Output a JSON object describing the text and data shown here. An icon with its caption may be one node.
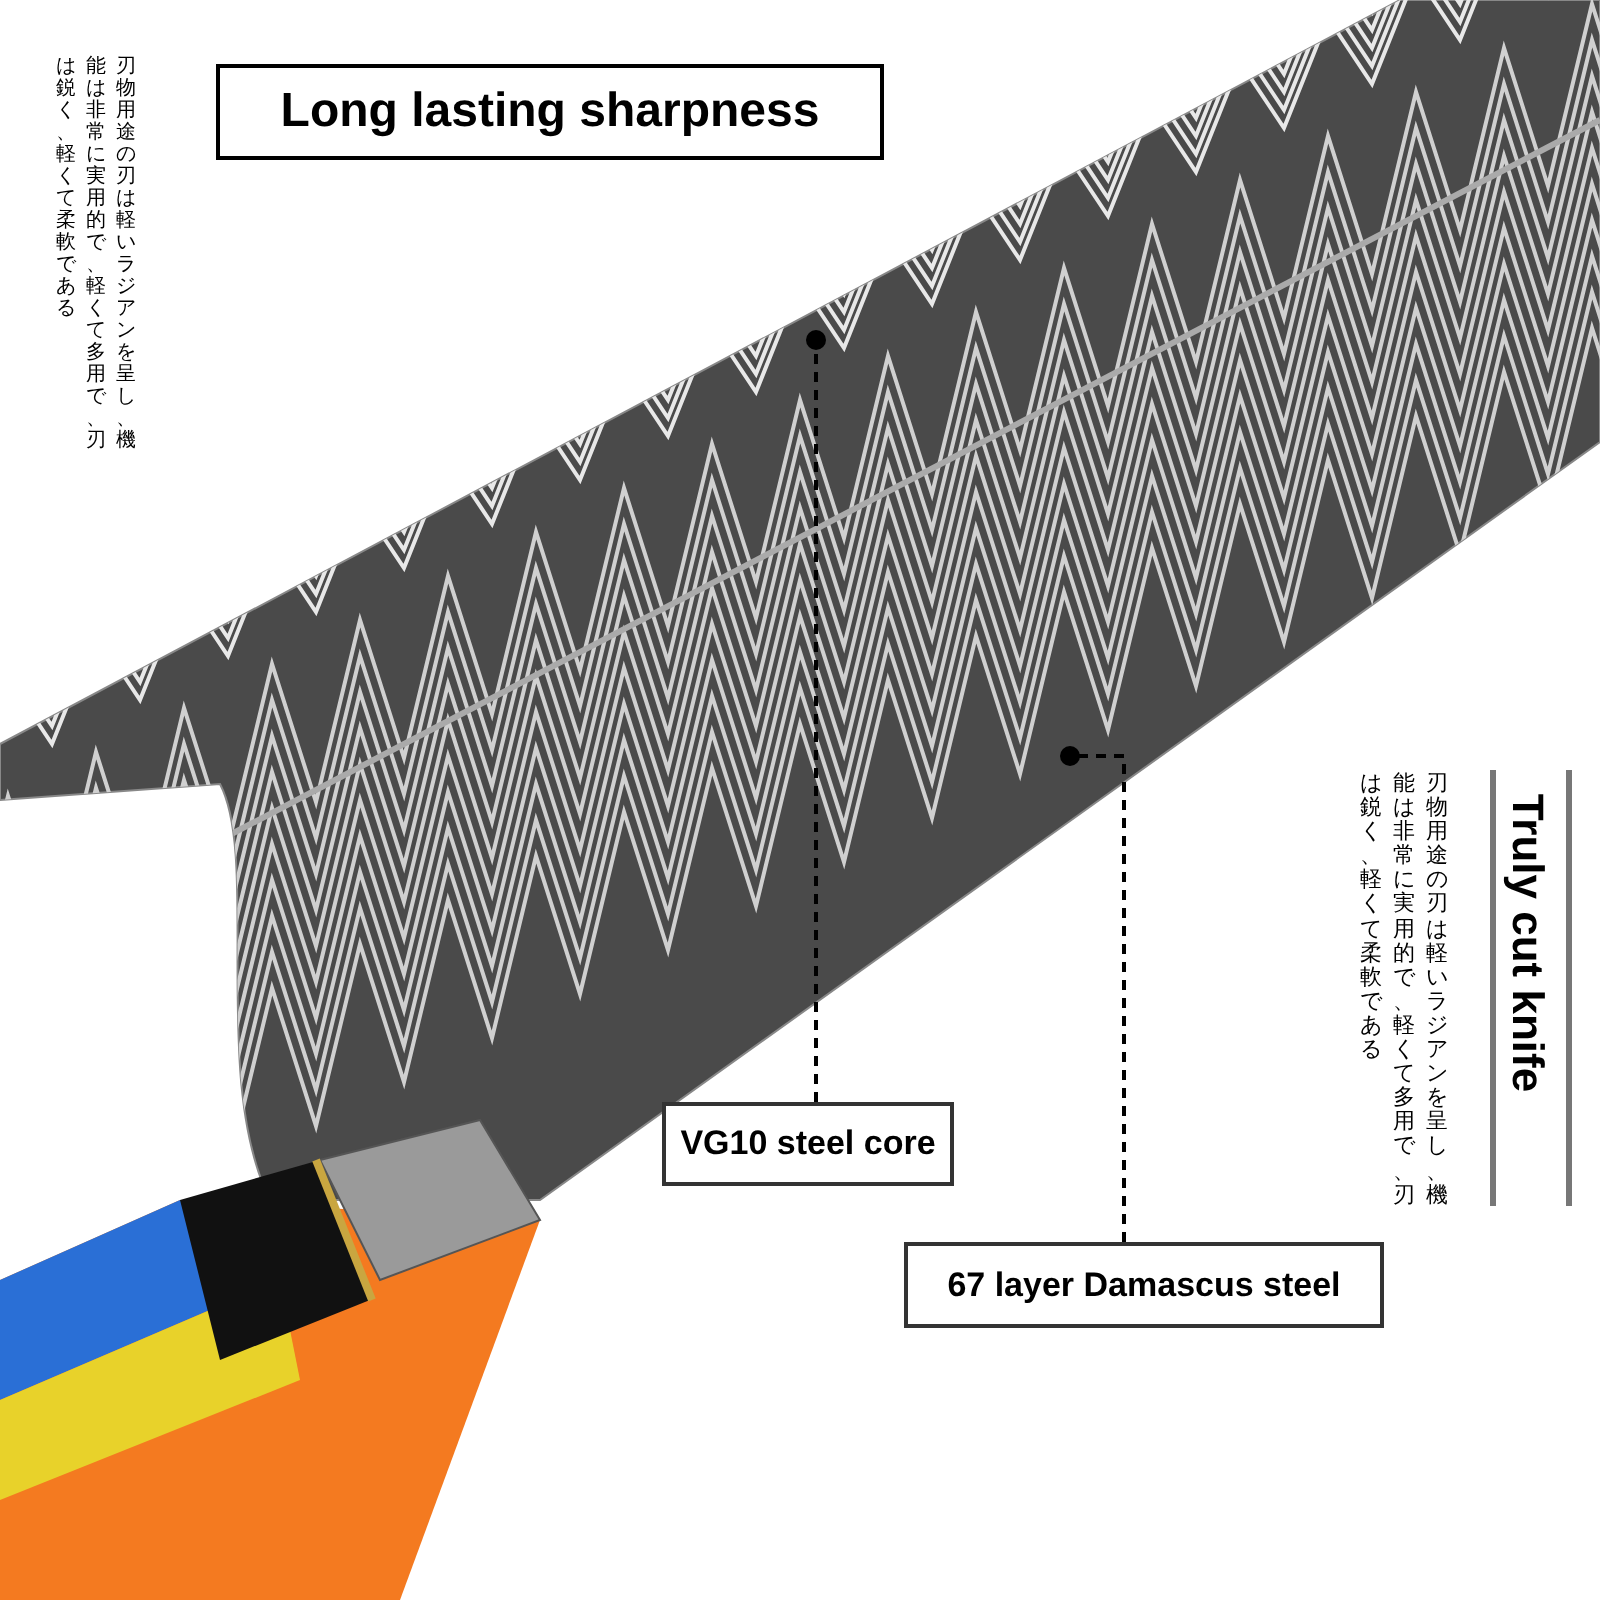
{
  "diagram": {
    "title": "Long lasting sharpness",
    "nodes": [
      {
        "text": [
          "VG10 steel core"
        ]
      },
      {
        "text": [
          "67 layer Damascus steel"
        ]
      }
    ],
    "edges": [
      {
        "from": 0,
        "to": null,
        "arrow": "other",
        "style": "dashed"
      },
      {
        "from": 1,
        "to": null,
        "arrow": "other",
        "style": "dashed"
      }
    ],
    "labels": [
      "刃物用途の刃は軽いラジアンを呈し、機能は非常に実用的で、軽くて多用で、刃は鋭く、軽くて柔軟である",
      "Truly cut knife",
      "刃物用途の刃は軽いラジアンを呈し、機能は非常に実用的で、軽くて多用で、刃は鋭く、軽くて柔軟である"
    ]
  }
}
